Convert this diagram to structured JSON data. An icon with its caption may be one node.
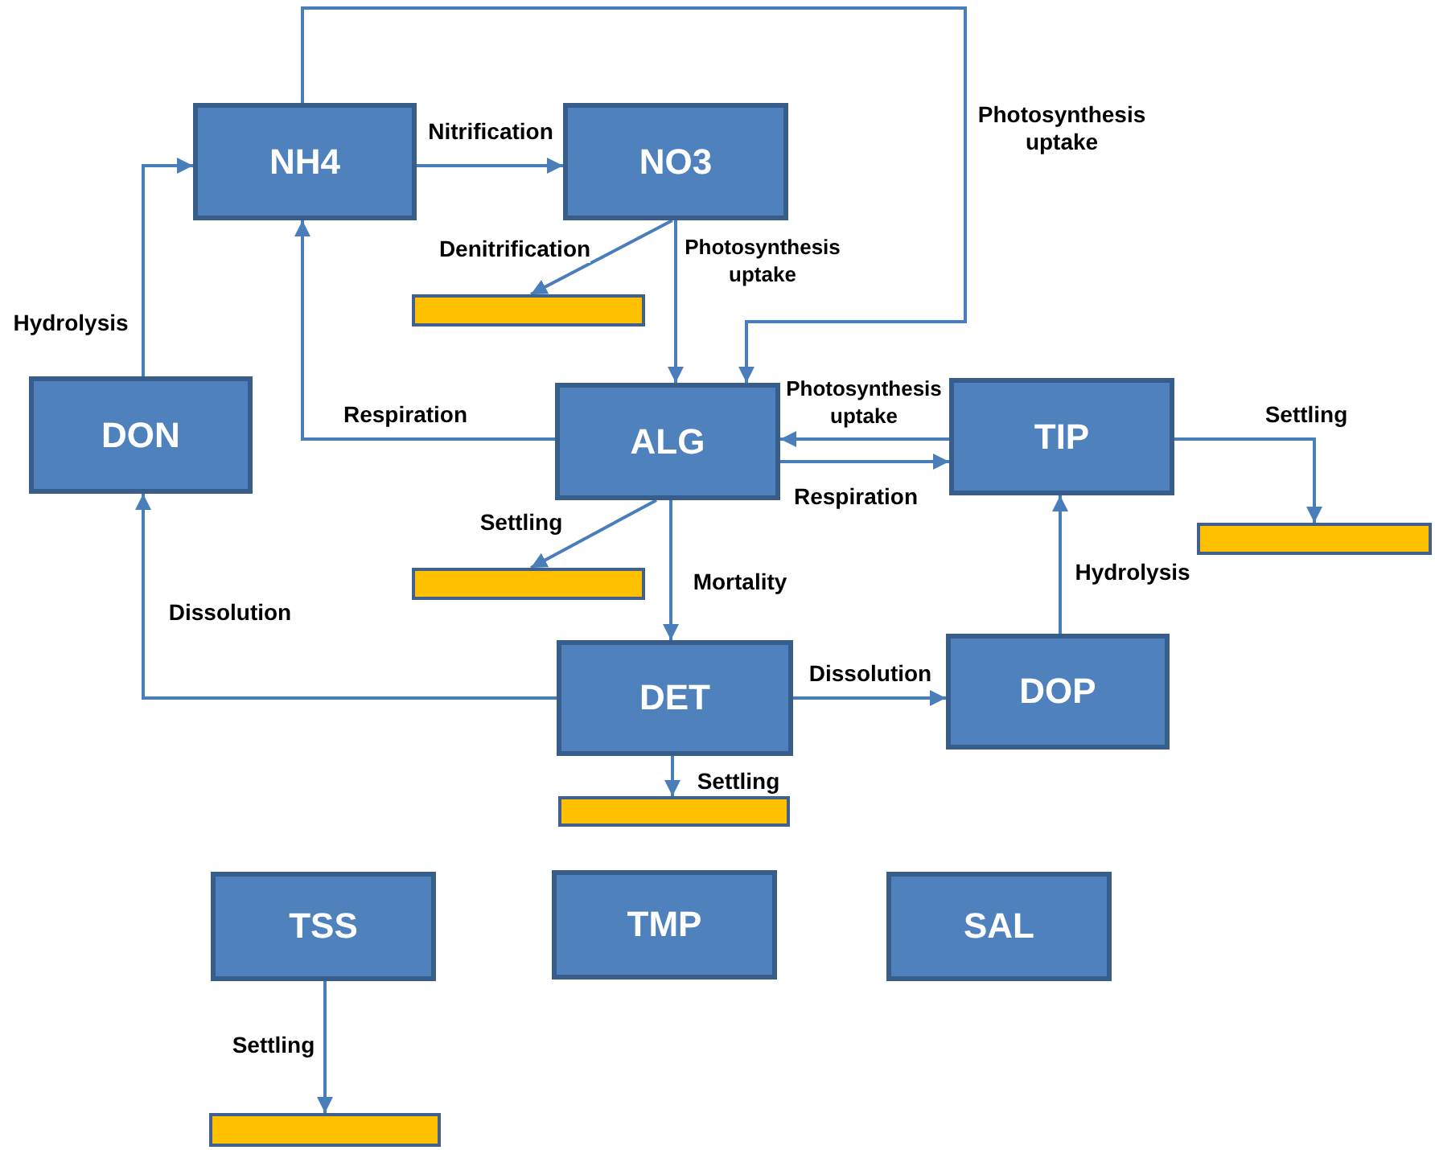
{
  "diagram": {
    "nodes": [
      {
        "text": [
          "NH4"
        ]
      },
      {
        "text": [
          "NO3"
        ]
      },
      {
        "text": [
          "DON"
        ]
      },
      {
        "text": [
          "ALG"
        ]
      },
      {
        "text": [
          "TIP"
        ]
      },
      {
        "text": [
          "DET"
        ]
      },
      {
        "text": [
          "DOP"
        ]
      },
      {
        "text": [
          "TSS"
        ]
      },
      {
        "text": [
          "TMP"
        ]
      },
      {
        "text": [
          "SAL"
        ]
      },
      {
        "text": [],
        "shape": "bar"
      },
      {
        "text": [],
        "shape": "bar"
      },
      {
        "text": [],
        "shape": "bar"
      },
      {
        "text": [],
        "shape": "bar"
      },
      {
        "text": [],
        "shape": "bar"
      }
    ],
    "edges": [
      {
        "from": 0,
        "to": 1,
        "arrow": "to",
        "label": "Nitrification"
      },
      {
        "from": 1,
        "to": 10,
        "arrow": "to",
        "label": "Denitrification"
      },
      {
        "from": 1,
        "to": 3,
        "arrow": "to",
        "label": "Photosynthesis uptake"
      },
      {
        "from": 0,
        "to": 3,
        "arrow": "to",
        "label": "Photosynthesis uptake"
      },
      {
        "from": 3,
        "to": 0,
        "arrow": "to",
        "label": "Respiration"
      },
      {
        "from": 2,
        "to": 0,
        "arrow": "to",
        "label": "Hydrolysis"
      },
      {
        "from": 4,
        "to": 3,
        "arrow": "to",
        "label": "Photosynthesis uptake"
      },
      {
        "from": 3,
        "to": 4,
        "arrow": "to",
        "label": "Respiration"
      },
      {
        "from": 4,
        "to": 11,
        "arrow": "to",
        "label": "Settling"
      },
      {
        "from": 3,
        "to": 12,
        "arrow": "to",
        "label": "Settling"
      },
      {
        "from": 3,
        "to": 5,
        "arrow": "to",
        "label": "Mortality"
      },
      {
        "from": 5,
        "to": 2,
        "arrow": "to",
        "label": "Dissolution"
      },
      {
        "from": 5,
        "to": 6,
        "arrow": "to",
        "label": "Dissolution"
      },
      {
        "from": 6,
        "to": 4,
        "arrow": "to",
        "label": "Hydrolysis"
      },
      {
        "from": 5,
        "to": 13,
        "arrow": "to",
        "label": "Settling"
      },
      {
        "from": 7,
        "to": 14,
        "arrow": "to",
        "label": "Settling"
      }
    ]
  }
}
